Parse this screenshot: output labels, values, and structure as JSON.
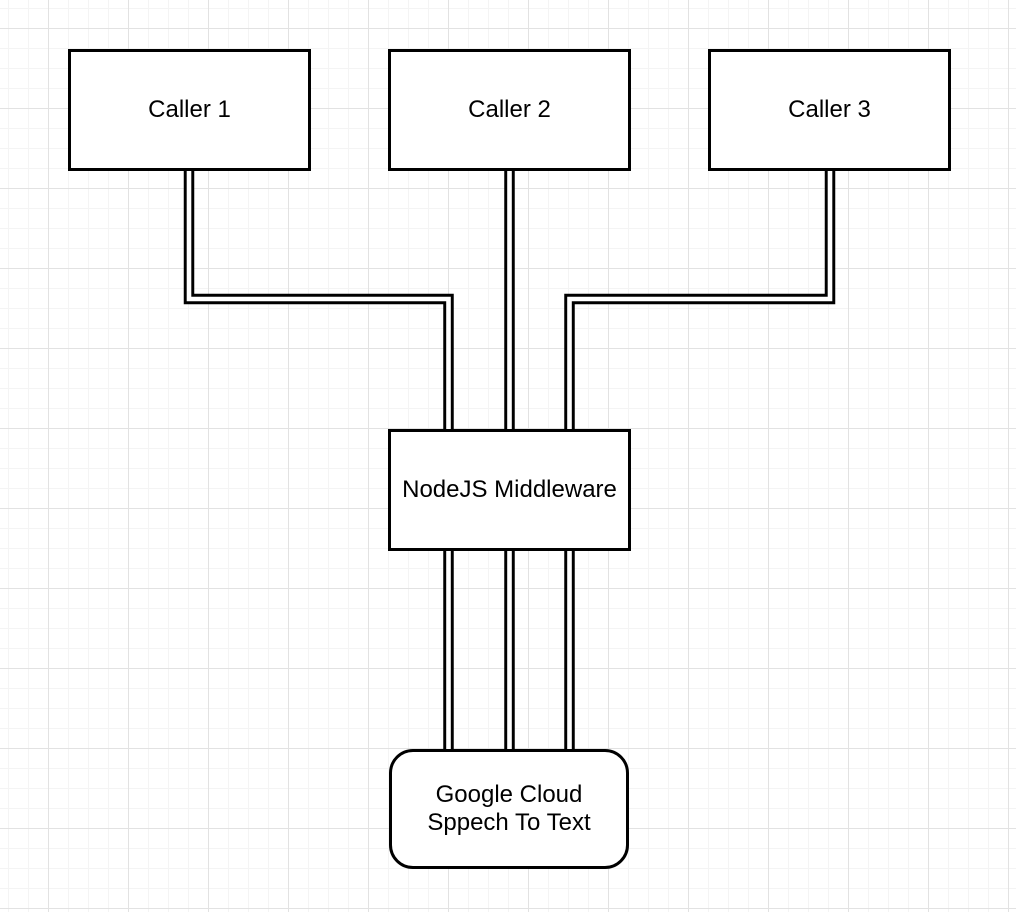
{
  "diagram": {
    "nodes": {
      "caller1": {
        "label": "Caller 1",
        "shape": "rectangle"
      },
      "caller2": {
        "label": "Caller 2",
        "shape": "rectangle"
      },
      "caller3": {
        "label": "Caller 3",
        "shape": "rectangle"
      },
      "middleware": {
        "label": "NodeJS Middleware",
        "shape": "rectangle"
      },
      "speech_to_text": {
        "label": "Google Cloud\nSppech To Text",
        "shape": "rounded-rectangle"
      }
    },
    "edges": [
      {
        "from": "caller1",
        "to": "middleware",
        "style": "double-line",
        "routing": "orthogonal-elbow"
      },
      {
        "from": "caller2",
        "to": "middleware",
        "style": "double-line",
        "routing": "straight-vertical"
      },
      {
        "from": "caller3",
        "to": "middleware",
        "style": "double-line",
        "routing": "orthogonal-elbow"
      },
      {
        "from": "middleware",
        "to": "speech_to_text",
        "style": "double-line",
        "routing": "straight-vertical"
      },
      {
        "from": "middleware",
        "to": "speech_to_text",
        "style": "double-line",
        "routing": "straight-vertical"
      },
      {
        "from": "middleware",
        "to": "speech_to_text",
        "style": "double-line",
        "routing": "straight-vertical"
      }
    ],
    "colors": {
      "background": "#ffffff",
      "grid_minor": "#f4f4f4",
      "grid_major": "#e2e2e2",
      "node_fill": "#ffffff",
      "node_stroke": "#000000",
      "edge_stroke": "#000000",
      "text": "#000000"
    }
  }
}
